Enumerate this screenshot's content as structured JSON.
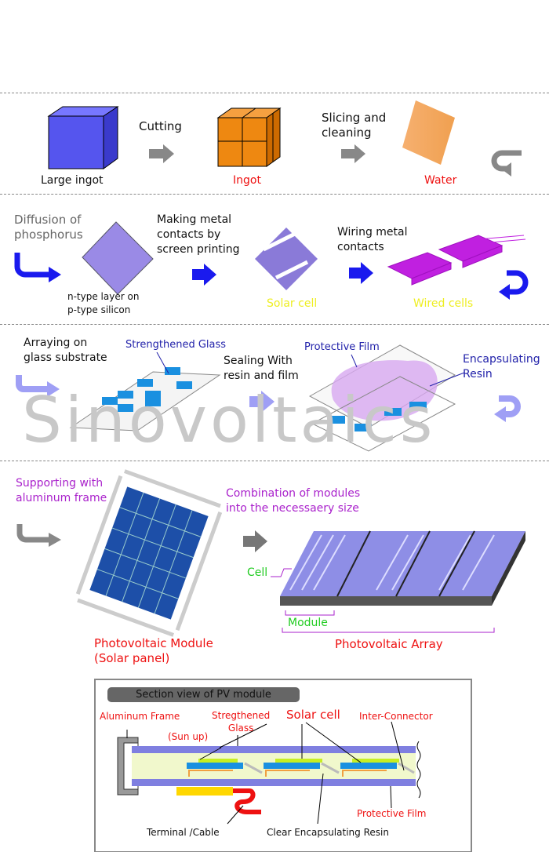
{
  "watermark": "Sinovoltaics",
  "row1": {
    "large_ingot": "Large ingot",
    "cutting": "Cutting",
    "ingot": "Ingot",
    "slicing": "Slicing and\ncleaning",
    "water": "Water"
  },
  "row2": {
    "diffusion": "Diffusion of\nphosphorus",
    "layer": "n-type layer on\np-type silicon",
    "metal_contacts": "Making metal\ncontacts by\nscreen printing",
    "solar_cell": "Solar cell",
    "wiring": "Wiring metal\ncontacts",
    "wired_cells": "Wired cells"
  },
  "row3": {
    "arraying": "Arraying on\nglass substrate",
    "strengthened_glass": "Strengthened Glass",
    "sealing": "Sealing With\nresin and  film",
    "protective_film": "Protective Film",
    "encapsulating": "Encapsulating\nResin"
  },
  "row4": {
    "supporting": "Supporting with\naluminum frame",
    "pv_module": "Photovoltaic Module\n(Solar panel)",
    "combination": "Combination of modules\ninto the necessaery size",
    "cell": "Cell",
    "module": "Module",
    "pv_array": "Photovoltaic Array"
  },
  "section": {
    "title": "Section view of PV module",
    "aluminum_frame": "Aluminum Frame",
    "sun_up": "(Sun up)",
    "glass": "Stregthened\nGlass",
    "solar_cell": "Solar cell",
    "inter_connector": "Inter-Connector",
    "protective_film": "Protective Film",
    "terminal": "Terminal /Cable",
    "resin": "Clear Encapsulating Resin"
  },
  "colors": {
    "blue": "#5555ee",
    "orange": "#ee8811",
    "purple_cell": "#9a8ae6",
    "magenta": "#c020e0",
    "cell_blue": "#1a90e0",
    "panel": "#1d4fa8",
    "glass_bar": "#7f7fe0"
  }
}
